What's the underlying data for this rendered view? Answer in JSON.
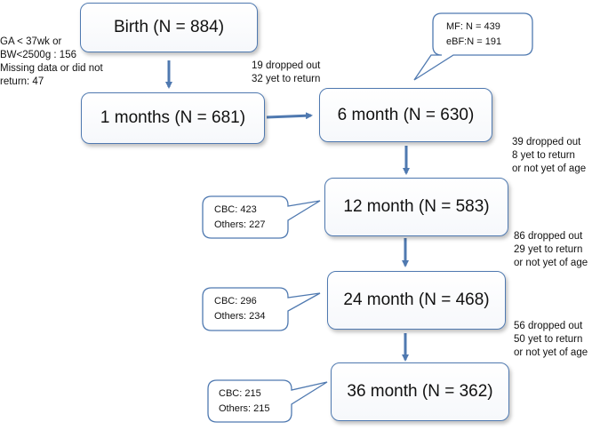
{
  "nodes": {
    "birth": "Birth (N = 884)",
    "m1": "1 months (N = 681)",
    "m6": "6 month (N = 630)",
    "m12": "12 month (N = 583)",
    "m24": "24 month (N = 468)",
    "m36": "36 month (N = 362)"
  },
  "notes": {
    "birth_exclusion": [
      "GA < 37wk or",
      "BW<2500g : 156",
      "Missing data or did not",
      "return: 47"
    ],
    "m1_to_m6": [
      "19 dropped out",
      "32 yet to return"
    ],
    "m6_to_m12": [
      "39 dropped out",
      "8 yet to return",
      "or not yet of age"
    ],
    "m12_to_m24": [
      "86 dropped out",
      "29 yet to return",
      "or not yet of age"
    ],
    "m24_to_m36": [
      "56 dropped out",
      "50 yet to return",
      "or not yet of age"
    ]
  },
  "callouts": {
    "m6": [
      "MF: N = 439",
      "eBF:N = 191"
    ],
    "m12": [
      "CBC: 423",
      "Others: 227"
    ],
    "m24": [
      "CBC: 296",
      "Others: 234"
    ],
    "m36": [
      "CBC: 215",
      "Others: 215"
    ]
  },
  "colors": {
    "box_border": "#4f79b0",
    "arrow": "#4f79b0",
    "callout_border": "#4f79b0"
  }
}
